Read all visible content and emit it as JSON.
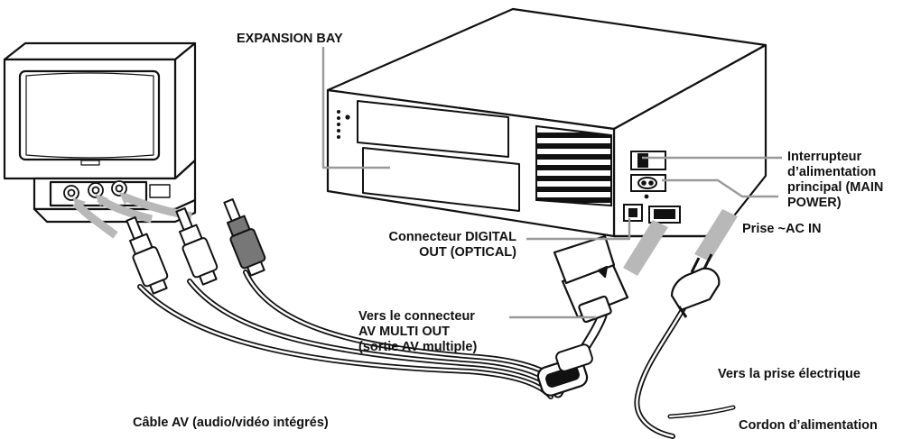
{
  "labels": {
    "expansion_bay": "EXPANSION BAY",
    "main_power_switch": [
      "Interrupteur",
      "d’alimentation",
      "principal (MAIN",
      "POWER)"
    ],
    "ac_in": "Prise ~AC IN",
    "digital_out": [
      "Connecteur DIGITAL",
      "OUT (OPTICAL)"
    ],
    "av_multi_out": [
      "Vers le connecteur",
      "AV MULTI OUT",
      "(sortie AV multiple)"
    ],
    "to_outlet": "Vers la prise électrique",
    "av_cable": "Câble AV (audio/vidéo intégrés)",
    "power_cord": "Cordon d’alimentation"
  }
}
